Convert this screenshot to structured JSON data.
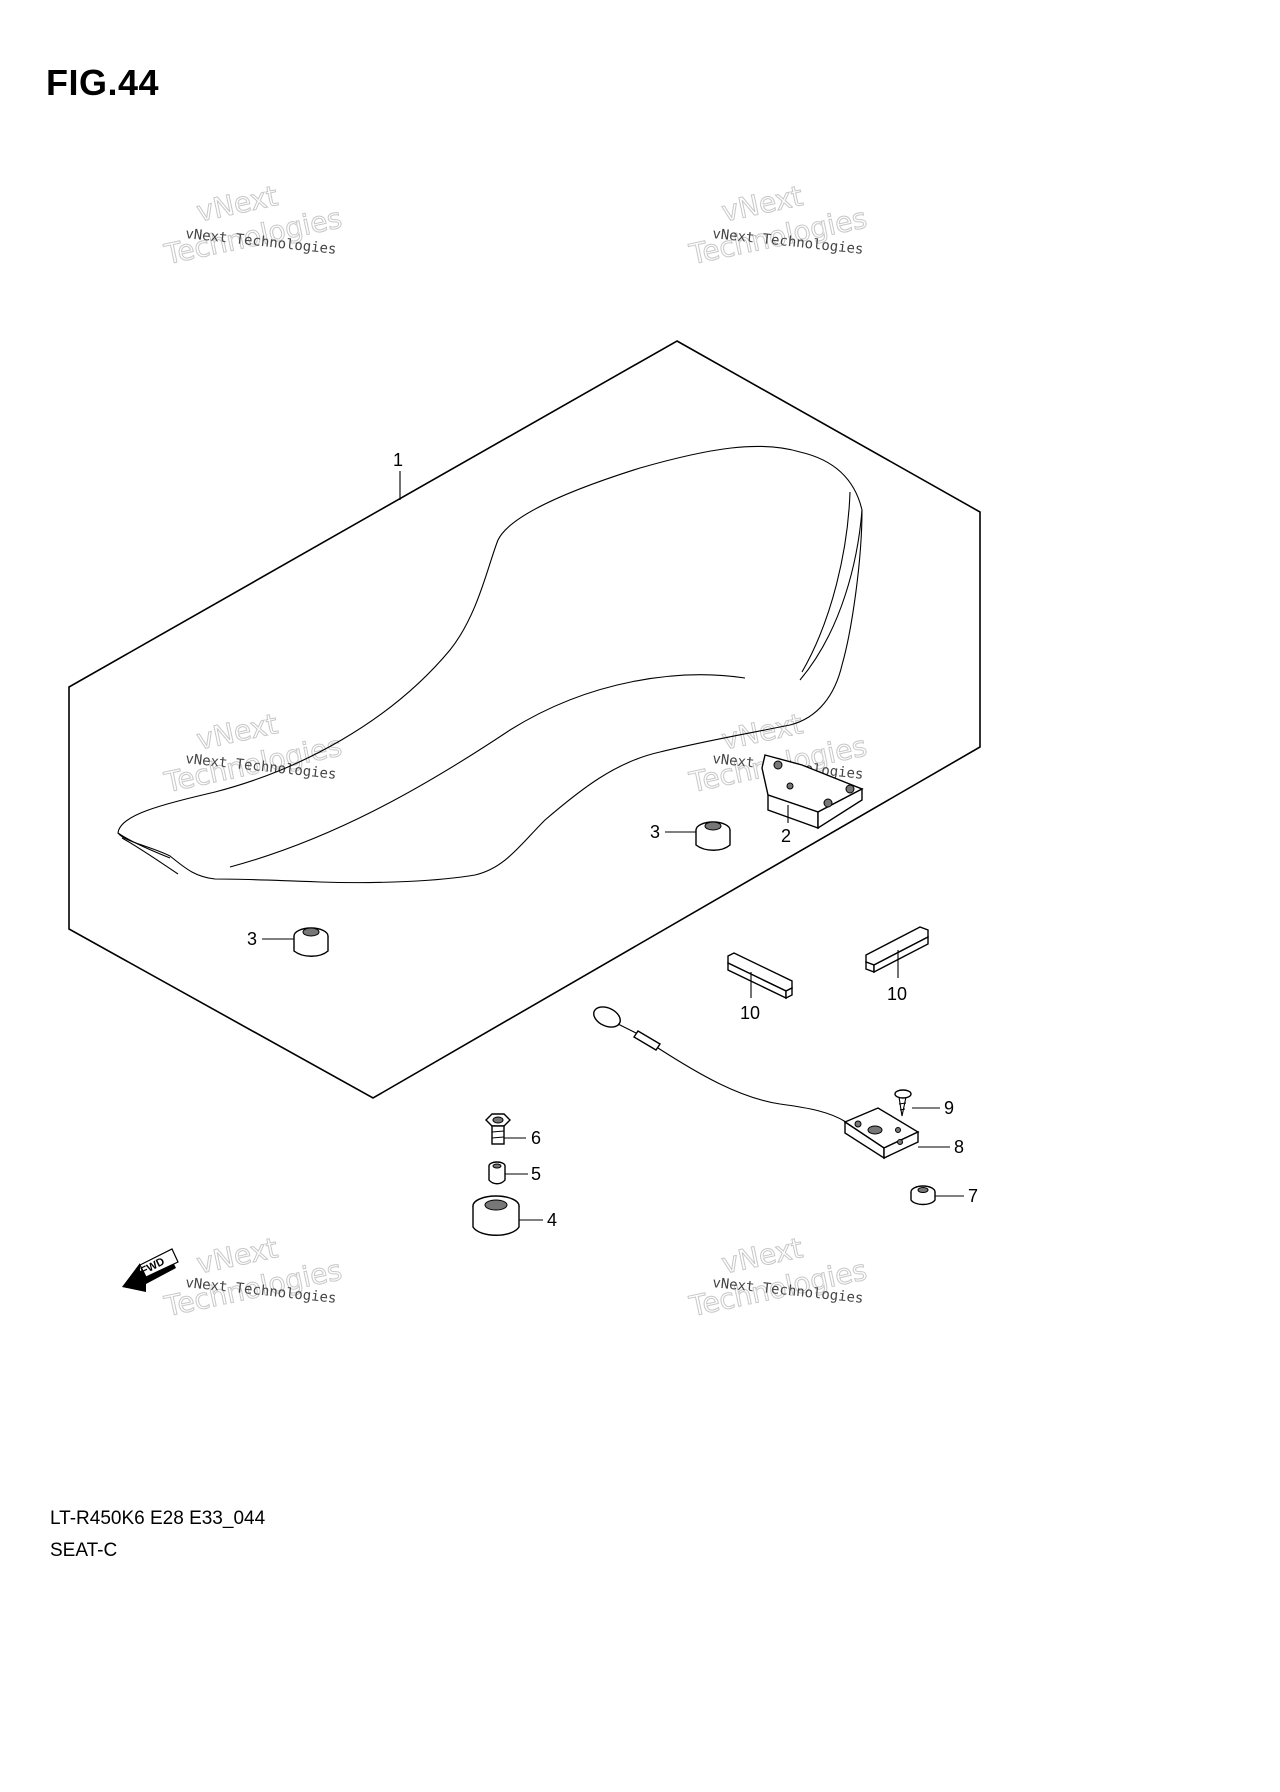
{
  "figure": {
    "title": "FIG.44",
    "model_code": "LT-R450K6 E28 E33_044",
    "section_name": "SEAT-C"
  },
  "watermark": {
    "line_small": "vNext Technologies",
    "line_big_1": "vNext",
    "line_big_2": "Technologies"
  },
  "direction_arrow": {
    "label": "FWD"
  },
  "callouts": {
    "seat": "1",
    "bracket": "2",
    "cushion_right": "3",
    "cushion_left": "3",
    "spacer_large": "4",
    "collar": "5",
    "bolt": "6",
    "grommet": "7",
    "plate": "8",
    "screw": "9",
    "tape_left": "10",
    "tape_right": "10"
  }
}
